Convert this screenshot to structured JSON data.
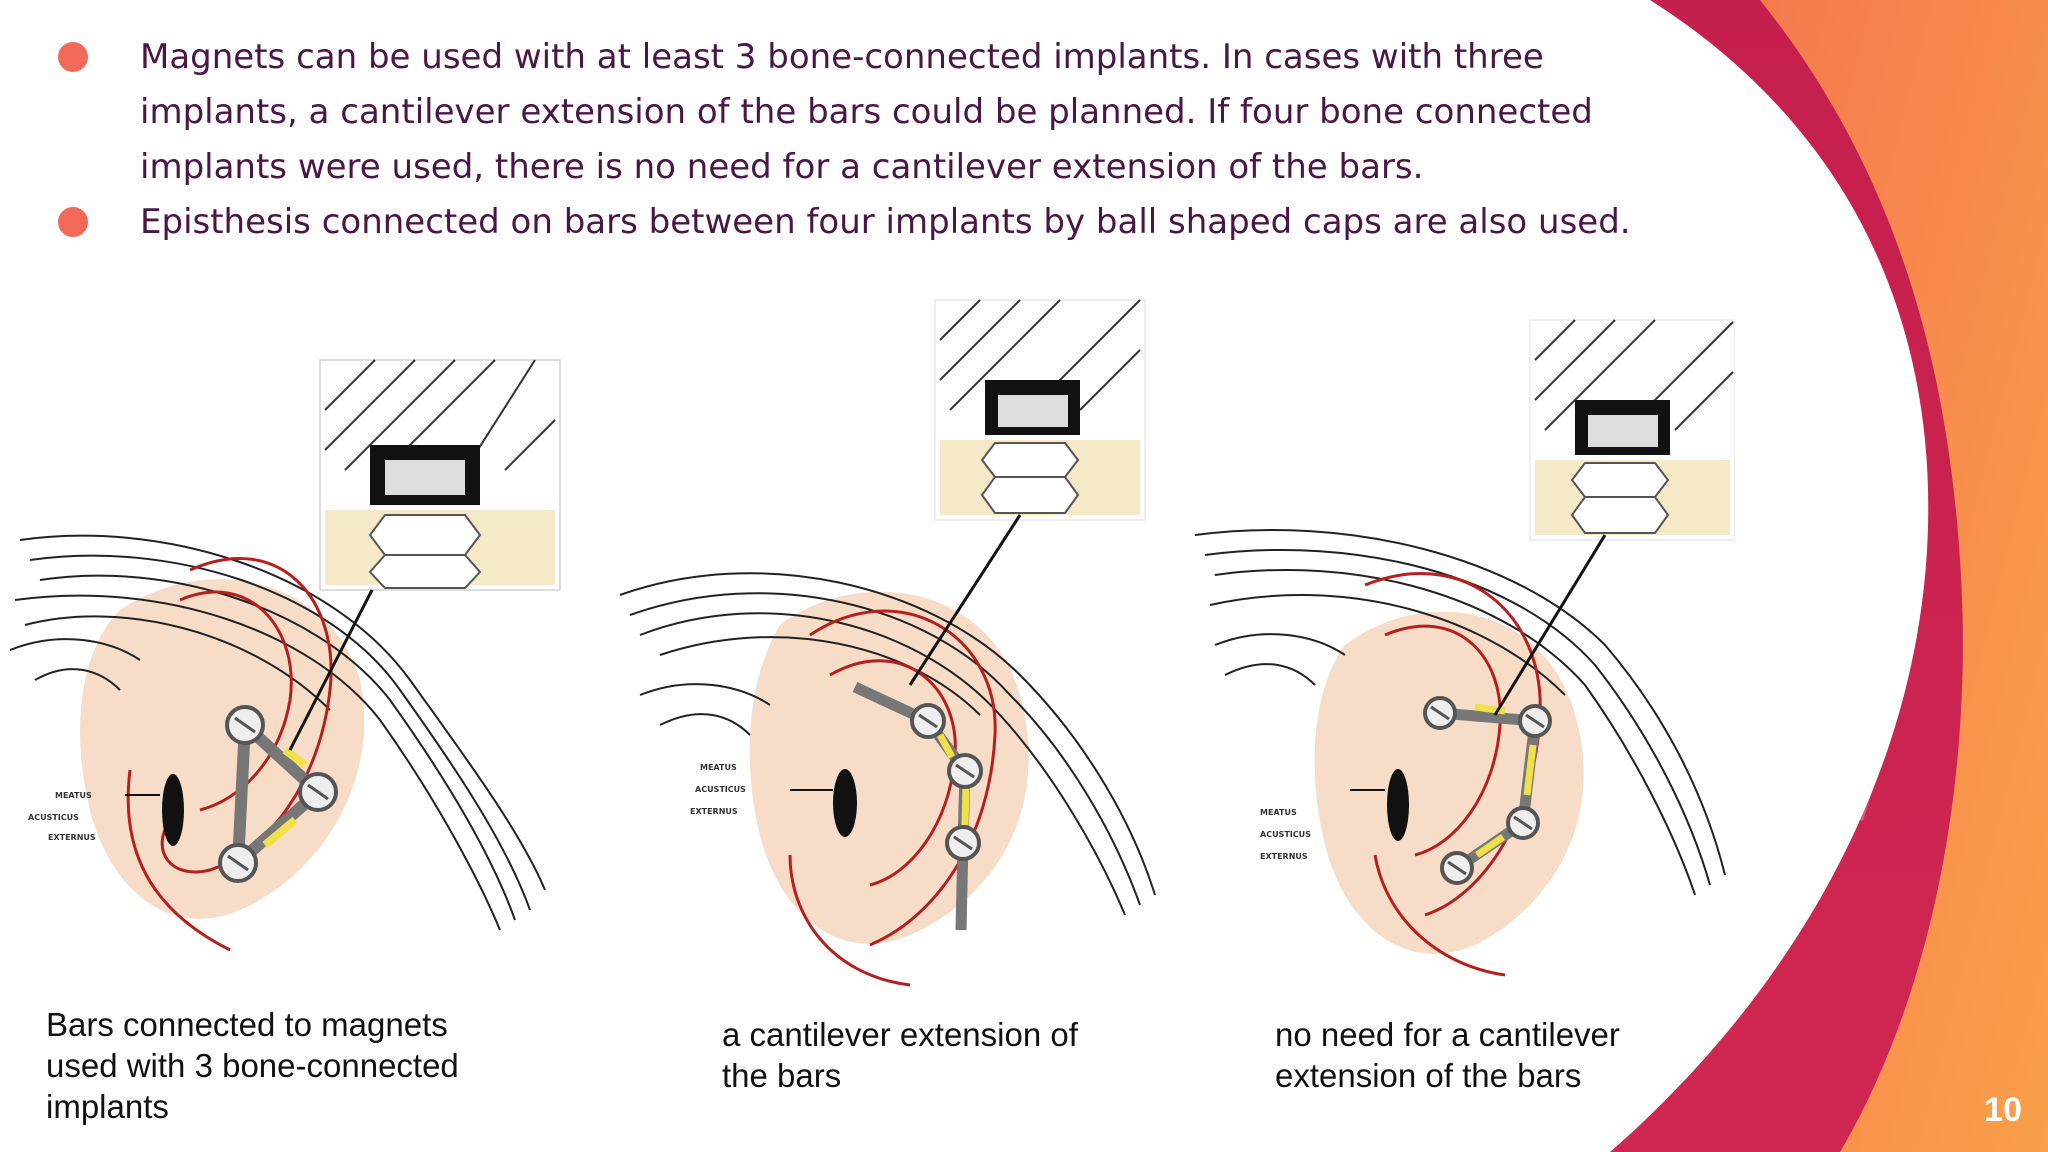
{
  "slide": {
    "bullets": [
      "Magnets can be used with at least 3 bone-connected implants. In cases with three implants, a cantilever extension of the bars could be planned. If four bone connected implants were used, there is no need for a cantilever extension of the bars.",
      "Episthesis connected on bars between four implants by ball shaped caps are also used."
    ],
    "figures": [
      {
        "caption": "Bars connected to magnets used with 3 bone-connected implants",
        "labels": [
          "MEATUS",
          "ACUSTICUS",
          "EXTERNUS"
        ]
      },
      {
        "caption": "a cantilever extension of the bars",
        "labels": [
          "MEATUS",
          "ACUSTICUS",
          "EXTERNUS"
        ]
      },
      {
        "caption": "no need for a cantilever extension of the bars",
        "labels": [
          "MEATUS",
          "ACUSTICUS",
          "EXTERNUS"
        ]
      }
    ],
    "page_number": "10"
  },
  "colors": {
    "bullet": "#f26a57",
    "text": "#4a1645",
    "accent_crimson": "#c9204f",
    "accent_orange": "#f7894a"
  }
}
